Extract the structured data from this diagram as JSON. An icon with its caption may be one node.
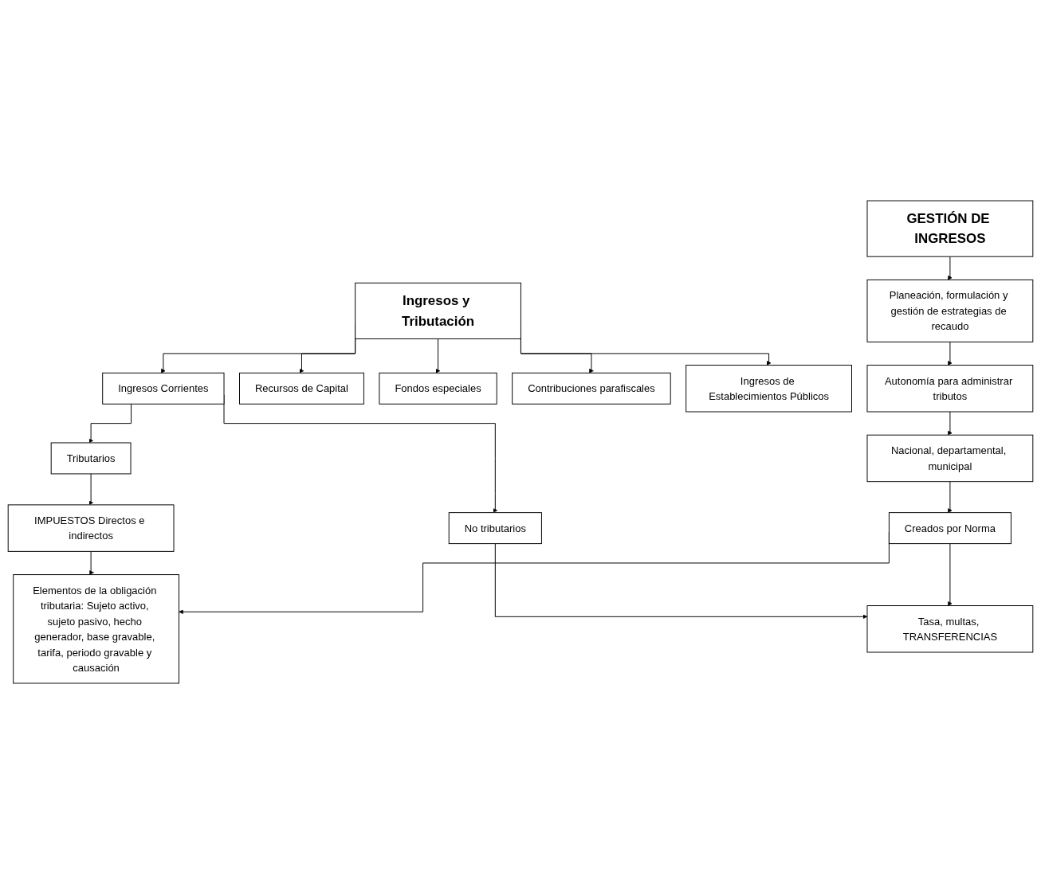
{
  "diagram": {
    "nodes": [
      {
        "text": [
          "Ingresos y Tributación"
        ]
      },
      {
        "text": [
          "Ingresos Corrientes"
        ]
      },
      {
        "text": [
          "Recursos de Capital"
        ]
      },
      {
        "text": [
          "Fondos especiales"
        ]
      },
      {
        "text": [
          "Contribuciones parafiscales"
        ]
      },
      {
        "text": [
          "Ingresos de Establecimientos Públicos"
        ]
      },
      {
        "text": [
          "Tributarios"
        ]
      },
      {
        "text": [
          "No tributarios"
        ]
      },
      {
        "text": [
          "IMPUESTOS Directos e indirectos"
        ]
      },
      {
        "text": [
          "Tasa, multas, TRANSFERENCIAS"
        ]
      },
      {
        "text": [
          "Elementos de la obligación tributaria: Sujeto activo, sujeto pasivo, hecho generador, base gravable, tarifa, periodo gravable y causación"
        ]
      },
      {
        "text": [
          "Creados por Norma"
        ]
      },
      {
        "text": [
          "Nacional, departamental, municipal"
        ]
      },
      {
        "text": [
          "Autonomía para administrar tributos"
        ]
      },
      {
        "text": [
          "Planeación, formulación y gestión de estrategias de recaudo"
        ]
      },
      {
        "text": [
          "GESTIÓN DE INGRESOS"
        ]
      }
    ],
    "edges": [
      {
        "from": 0,
        "to": 1,
        "arrow": "to"
      },
      {
        "from": 0,
        "to": 2,
        "arrow": "to"
      },
      {
        "from": 0,
        "to": 3,
        "arrow": "to"
      },
      {
        "from": 0,
        "to": 4,
        "arrow": "to"
      },
      {
        "from": 0,
        "to": 5,
        "arrow": "to"
      },
      {
        "from": 1,
        "to": 6,
        "arrow": "to"
      },
      {
        "from": 1,
        "to": 7,
        "arrow": "to"
      },
      {
        "from": 6,
        "to": 8,
        "arrow": "to"
      },
      {
        "from": 7,
        "to": 9,
        "arrow": "to"
      },
      {
        "from": 8,
        "to": 10,
        "arrow": "to"
      },
      {
        "from": 11,
        "to": 10,
        "arrow": "to"
      },
      {
        "from": 11,
        "to": 9,
        "arrow": "to"
      },
      {
        "from": 12,
        "to": 11,
        "arrow": "to"
      },
      {
        "from": 13,
        "to": 12,
        "arrow": "to"
      },
      {
        "from": 14,
        "to": 13,
        "arrow": "to"
      },
      {
        "from": 15,
        "to": 14,
        "arrow": "to"
      }
    ]
  }
}
